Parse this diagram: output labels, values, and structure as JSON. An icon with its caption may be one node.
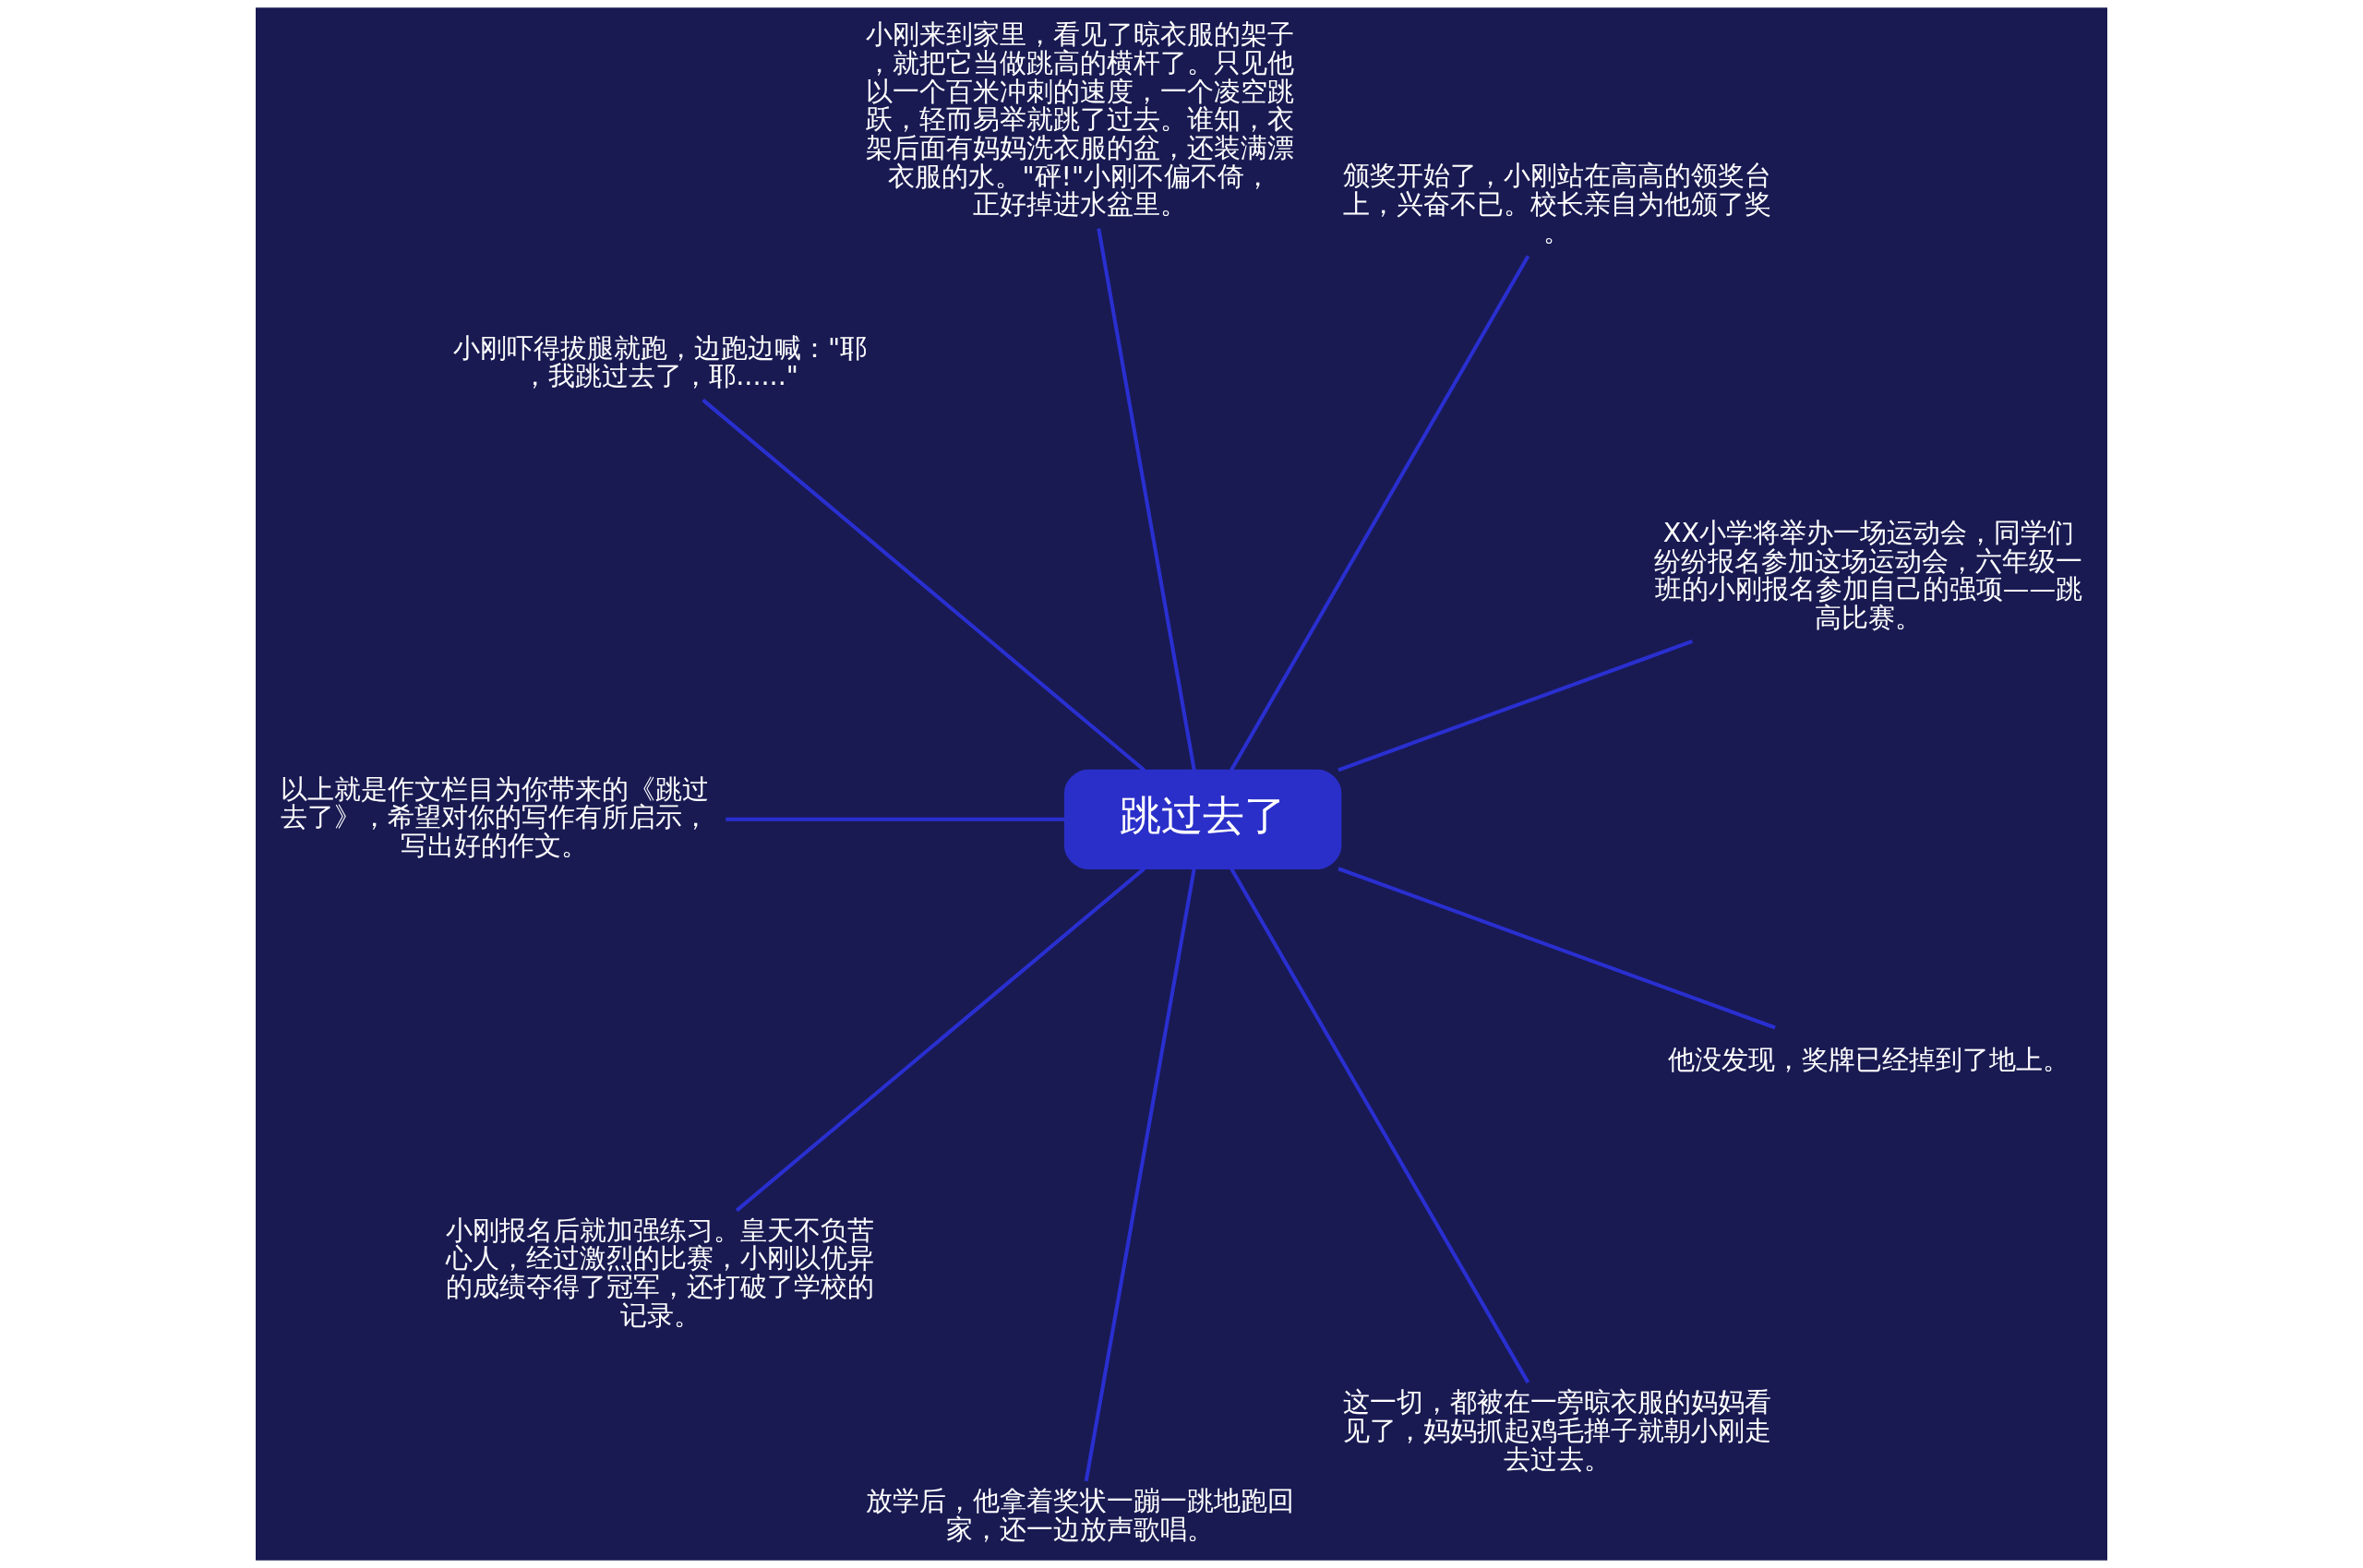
{
  "diagram": {
    "nodes": [
      {
        "text": [
          "跳过去了"
        ]
      },
      {
        "text": [
          "XX小学将举办一场运动会，同学们纷纷报名参加这场运动会，六年级一班的小刚报名参加自己的强项——跳高比赛。"
        ]
      },
      {
        "text": [
          "颁奖开始了，小刚站在高高的领奖台上，兴奋不已。校长亲自为他颁了奖。"
        ]
      },
      {
        "text": [
          "小刚来到家里，看见了晾衣服的架子，就把它当做跳高的横杆了。只见他以一个百米冲刺的速度，一个凌空跳跃，轻而易举就跳了过去。谁知，衣架后面有妈妈洗衣服的盆，还装满漂衣服的水。\"砰!\"小刚不偏不倚，正好掉进水盆里。"
        ]
      },
      {
        "text": [
          "小刚吓得拔腿就跑，边跑边喊：\"耶，我跳过去了，耶......\""
        ]
      },
      {
        "text": [
          "以上就是作文栏目为你带来的《跳过去了》，希望对你的写作有所启示，写出好的作文。"
        ]
      },
      {
        "text": [
          "小刚报名后就加强练习。皇天不负苦心人，经过激烈的比赛，小刚以优异的成绩夺得了冠军，还打破了学校的记录。"
        ]
      },
      {
        "text": [
          "放学后，他拿着奖状一蹦一跳地跑回家，还一边放声歌唱。"
        ]
      },
      {
        "text": [
          "这一切，都被在一旁晾衣服的妈妈看见了，妈妈抓起鸡毛掸子就朝小刚走去过去。"
        ]
      },
      {
        "text": [
          "他没发现，奖牌已经掉到了地上。"
        ]
      }
    ],
    "edges": [
      {
        "from": 0,
        "to": 1,
        "arrow": "none"
      },
      {
        "from": 0,
        "to": 2,
        "arrow": "none"
      },
      {
        "from": 0,
        "to": 3,
        "arrow": "none"
      },
      {
        "from": 0,
        "to": 4,
        "arrow": "none"
      },
      {
        "from": 0,
        "to": 5,
        "arrow": "none"
      },
      {
        "from": 0,
        "to": 6,
        "arrow": "none"
      },
      {
        "from": 0,
        "to": 7,
        "arrow": "none"
      },
      {
        "from": 0,
        "to": 8,
        "arrow": "none"
      },
      {
        "from": 0,
        "to": 9,
        "arrow": "none"
      }
    ]
  }
}
